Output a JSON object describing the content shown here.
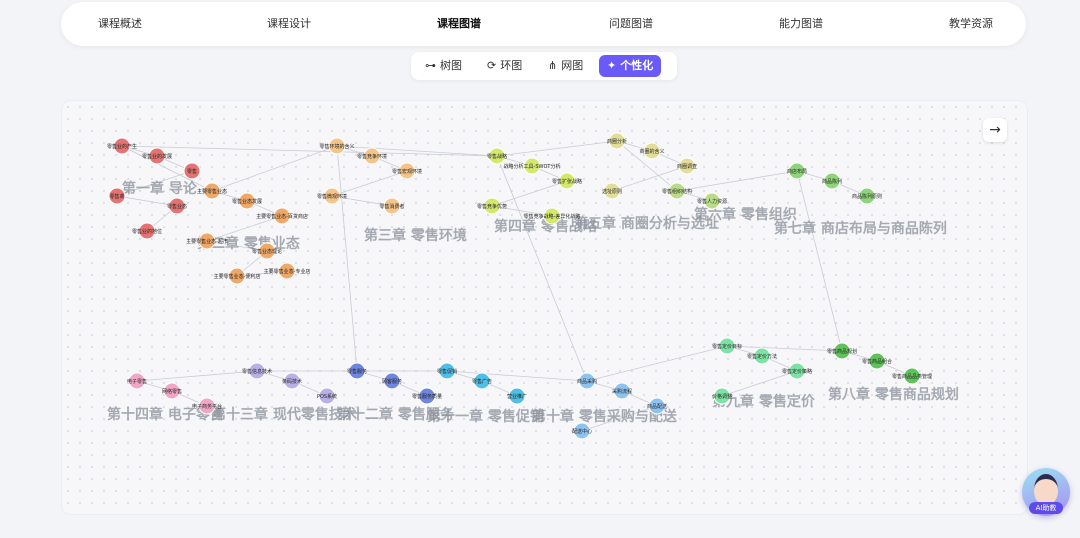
{
  "nav": {
    "items": [
      {
        "label": "课程概述",
        "active": false
      },
      {
        "label": "课程设计",
        "active": false
      },
      {
        "label": "课程图谱",
        "active": true
      },
      {
        "label": "问题图谱",
        "active": false
      },
      {
        "label": "能力图谱",
        "active": false
      },
      {
        "label": "教学资源",
        "active": false
      }
    ]
  },
  "view_switch": {
    "items": [
      {
        "label": "树图",
        "icon": "tree-icon",
        "active": false
      },
      {
        "label": "环图",
        "icon": "ring-icon",
        "active": false
      },
      {
        "label": "网图",
        "icon": "network-icon",
        "active": false
      },
      {
        "label": "个性化",
        "icon": "magic-wand-icon",
        "active": true
      }
    ],
    "active_color": "#6a5af9"
  },
  "graph": {
    "chapters": [
      {
        "label": "第一章 导论",
        "color": "#e57373"
      },
      {
        "label": "第二章 零售业态",
        "color": "#f0a868"
      },
      {
        "label": "第三章 零售环境",
        "color": "#f4c48a"
      },
      {
        "label": "第四章 零售战略",
        "color": "#d4e86e"
      },
      {
        "label": "第五章 商圈分析与选址",
        "color": "#e2de9a"
      },
      {
        "label": "第六章 零售组织",
        "color": "#b9dc8a"
      },
      {
        "label": "第七章 商店布局与商品陈列",
        "color": "#8fd47a"
      },
      {
        "label": "第八章 零售商品规划",
        "color": "#5fc25a"
      },
      {
        "label": "第九章 零售定价",
        "color": "#7ee2a4"
      },
      {
        "label": "第十章 零售采购与配送",
        "color": "#8fc3ef"
      },
      {
        "label": "第十一章 零售促销",
        "color": "#4fbfe6"
      },
      {
        "label": "第十二章 零售服务",
        "color": "#6f86e0"
      },
      {
        "label": "第十三章 现代零售技术",
        "color": "#b8b0e6"
      },
      {
        "label": "第十四章 电子零售",
        "color": "#f2a6c6"
      }
    ],
    "nodes": [
      {
        "label": "零售业的产生",
        "chapter": 0
      },
      {
        "label": "零售业的发展",
        "chapter": 0
      },
      {
        "label": "零售",
        "chapter": 0
      },
      {
        "label": "零售商",
        "chapter": 0
      },
      {
        "label": "零售业态",
        "chapter": 0
      },
      {
        "label": "零售业的地位",
        "chapter": 0
      },
      {
        "label": "主要零售业态",
        "chapter": 1
      },
      {
        "label": "零售业态发展",
        "chapter": 1
      },
      {
        "label": "主要零售业态-百货商店",
        "chapter": 1
      },
      {
        "label": "主要零售业态-超市",
        "chapter": 1
      },
      {
        "label": "零售业态理论",
        "chapter": 1
      },
      {
        "label": "主要零售业态-便利店",
        "chapter": 1
      },
      {
        "label": "主要零售业态-专业店",
        "chapter": 1
      },
      {
        "label": "零售环境的含义",
        "chapter": 2
      },
      {
        "label": "零售竞争环境",
        "chapter": 2
      },
      {
        "label": "零售宏观环境",
        "chapter": 2
      },
      {
        "label": "零售微观环境",
        "chapter": 2
      },
      {
        "label": "零售消费者",
        "chapter": 2
      },
      {
        "label": "零售战略",
        "chapter": 3
      },
      {
        "label": "战略分析工具-SWOT分析",
        "chapter": 3
      },
      {
        "label": "零售扩张战略",
        "chapter": 3
      },
      {
        "label": "零售竞争优势",
        "chapter": 3
      },
      {
        "label": "零售竞争战略-差异化战略",
        "chapter": 3
      },
      {
        "label": "商圈分析",
        "chapter": 4
      },
      {
        "label": "商圈的含义",
        "chapter": 4
      },
      {
        "label": "商圈调查",
        "chapter": 4
      },
      {
        "label": "选址原则",
        "chapter": 4
      },
      {
        "label": "零售组织结构",
        "chapter": 5
      },
      {
        "label": "零售人力资源",
        "chapter": 5
      },
      {
        "label": "商店布局",
        "chapter": 6
      },
      {
        "label": "商品陈列",
        "chapter": 6
      },
      {
        "label": "商品陈列原则",
        "chapter": 6
      },
      {
        "label": "零售商品规划",
        "chapter": 7
      },
      {
        "label": "零售商品组合",
        "chapter": 7
      },
      {
        "label": "零售商品品类管理",
        "chapter": 7
      },
      {
        "label": "零售定价目标",
        "chapter": 8
      },
      {
        "label": "零售定价方法",
        "chapter": 8
      },
      {
        "label": "零售定价策略",
        "chapter": 8
      },
      {
        "label": "价格调整",
        "chapter": 8
      },
      {
        "label": "商品采购",
        "chapter": 9
      },
      {
        "label": "采购流程",
        "chapter": 9
      },
      {
        "label": "商品配送",
        "chapter": 9
      },
      {
        "label": "配送中心",
        "chapter": 9
      },
      {
        "label": "零售促销",
        "chapter": 10
      },
      {
        "label": "零售广告",
        "chapter": 10
      },
      {
        "label": "营业推广",
        "chapter": 10
      },
      {
        "label": "零售服务",
        "chapter": 11
      },
      {
        "label": "顾客服务",
        "chapter": 11
      },
      {
        "label": "零售服务质量",
        "chapter": 11
      },
      {
        "label": "零售信息技术",
        "chapter": 12
      },
      {
        "label": "条码技术",
        "chapter": 12
      },
      {
        "label": "POS系统",
        "chapter": 12
      },
      {
        "label": "电子零售",
        "chapter": 13
      },
      {
        "label": "网络零售",
        "chapter": 13
      },
      {
        "label": "电子商务平台",
        "chapter": 13
      }
    ]
  },
  "controls": {
    "next_icon": "arrow-right-icon",
    "ai_label": "AI助教"
  }
}
